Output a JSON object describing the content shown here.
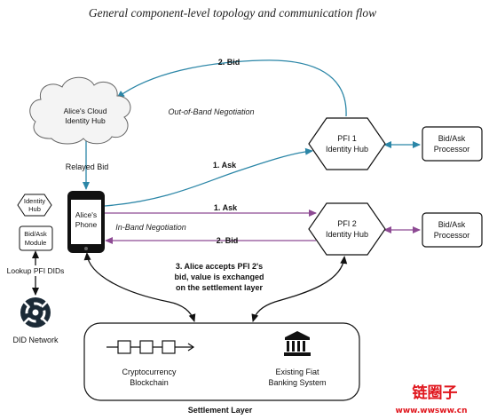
{
  "title": "General component-level topology and communication flow",
  "nodes": {
    "cloud_hub": [
      "Alice's Cloud",
      "Identity Hub"
    ],
    "pfi1": [
      "PFI 1",
      "Identity Hub"
    ],
    "pfi2": [
      "PFI 2",
      "Identity Hub"
    ],
    "processor1": [
      "Bid/Ask",
      "Processor"
    ],
    "processor2": [
      "Bid/Ask",
      "Processor"
    ],
    "phone": [
      "Alice's",
      "Phone"
    ],
    "identity_hub": [
      "Identity",
      "Hub"
    ],
    "bidask_module": [
      "Bid/Ask",
      "Module"
    ],
    "did_network": "DID Network",
    "crypto": [
      "Cryptocurrency",
      "Blockchain"
    ],
    "fiat": [
      "Existing Fiat",
      "Banking System"
    ],
    "settlement": "Settlement Layer"
  },
  "edges": {
    "bid_top": "2. Bid",
    "ask_top": "1. Ask",
    "relayed": "Relayed Bid",
    "ask_mid": "1. Ask",
    "bid_mid": "2. Bid",
    "lookup": "Lookup PFI DIDs",
    "accept": [
      "3. Alice accepts PFI 2's",
      "bid, value is exchanged",
      "on the settlement layer"
    ]
  },
  "zones": {
    "oob": "Out-of-Band Negotiation",
    "inband": "In-Band Negotiation"
  },
  "colors": {
    "teal": "#2b86a7",
    "purple": "#8d4a93",
    "black": "#111111"
  },
  "watermark": [
    "链圈子",
    "www.wwsww.cn"
  ]
}
